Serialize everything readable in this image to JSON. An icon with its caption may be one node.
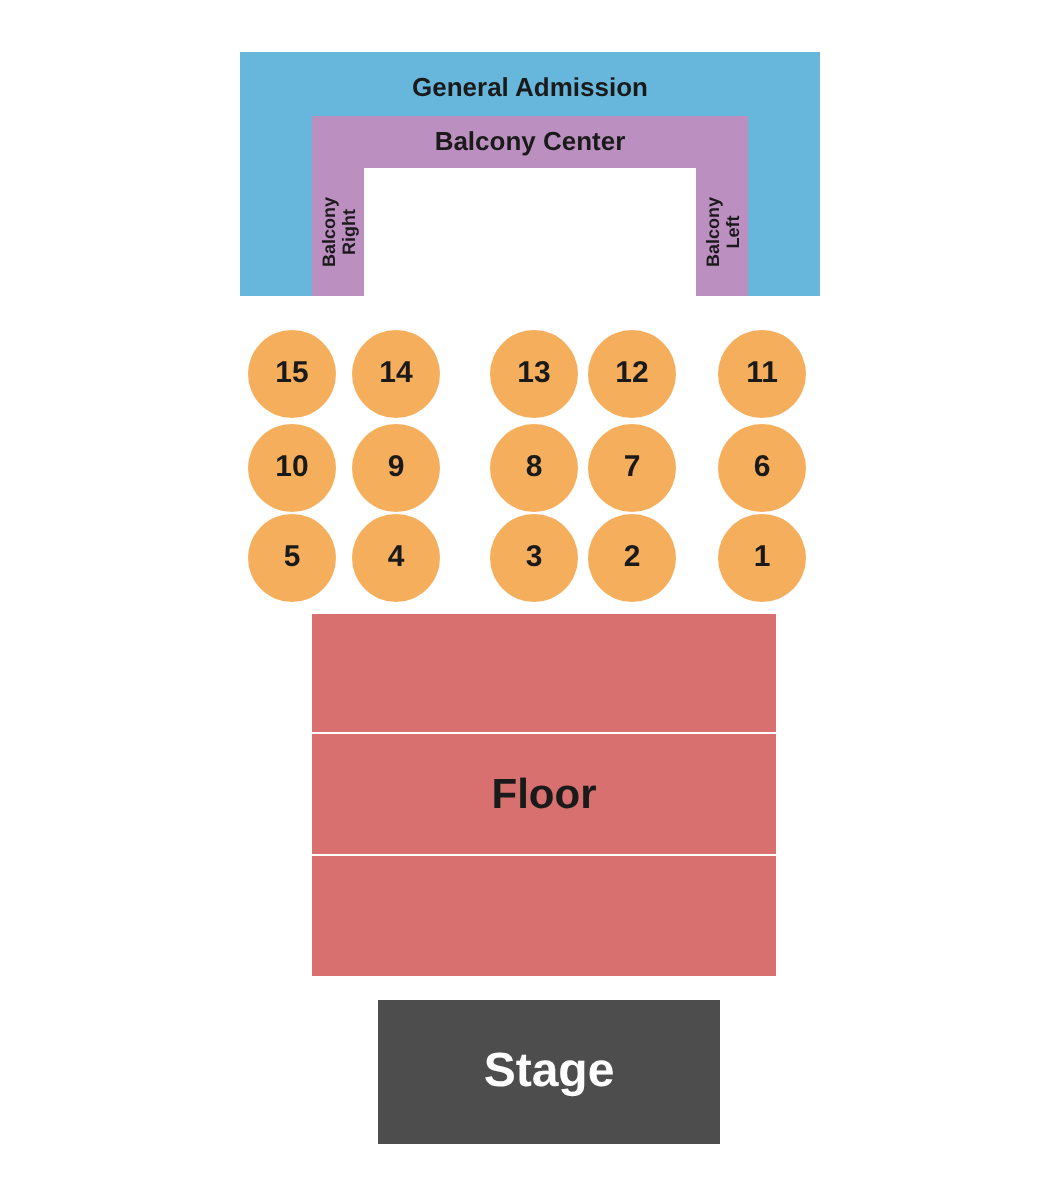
{
  "diagram": {
    "nodes": [
      {
        "text": [
          "General Admission"
        ]
      },
      {
        "text": [
          "Balcony Center"
        ],
        "in": 0
      },
      {
        "text": [
          "Balcony Right"
        ],
        "in": 0
      },
      {
        "text": [
          "Balcony Left"
        ],
        "in": 0
      },
      {
        "text": [
          "15"
        ]
      },
      {
        "text": [
          "14"
        ]
      },
      {
        "text": [
          "13"
        ]
      },
      {
        "text": [
          "12"
        ]
      },
      {
        "text": [
          "11"
        ]
      },
      {
        "text": [
          "10"
        ]
      },
      {
        "text": [
          "9"
        ]
      },
      {
        "text": [
          "8"
        ]
      },
      {
        "text": [
          "7"
        ]
      },
      {
        "text": [
          "6"
        ]
      },
      {
        "text": [
          "5"
        ]
      },
      {
        "text": [
          "4"
        ]
      },
      {
        "text": [
          "3"
        ]
      },
      {
        "text": [
          "2"
        ]
      },
      {
        "text": [
          "1"
        ]
      },
      {
        "text": [
          "Floor"
        ]
      },
      {
        "text": [
          "Stage"
        ]
      }
    ]
  }
}
